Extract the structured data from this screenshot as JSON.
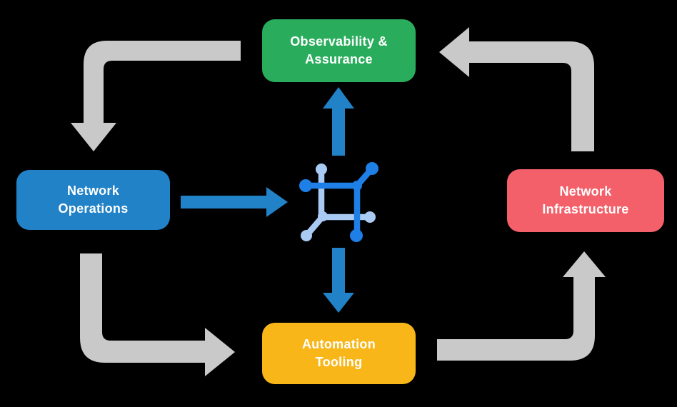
{
  "diagram": {
    "background_color": "#000000",
    "nodes": {
      "observability": {
        "line1": "Observability &",
        "line2": "Assurance",
        "color": "#29AD5C"
      },
      "operations": {
        "line1": "Network",
        "line2": "Operations",
        "color": "#2182C8"
      },
      "infrastructure": {
        "line1": "Network",
        "line2": "Infrastructure",
        "color": "#F4606A"
      },
      "tooling": {
        "line1": "Automation",
        "line2": "Tooling",
        "color": "#F8B619"
      }
    },
    "center_icon": {
      "name": "network-mesh-icon",
      "primary_color": "#1E7FE6",
      "secondary_color": "#A9CBF3"
    },
    "arrows": {
      "gray_color": "#C9C9C9",
      "blue_color": "#2182C8",
      "outer_cycle": [
        {
          "from": "observability",
          "to": "operations",
          "style": "gray-elbow"
        },
        {
          "from": "operations",
          "to": "tooling",
          "style": "gray-elbow"
        },
        {
          "from": "tooling",
          "to": "infrastructure",
          "style": "gray-elbow"
        },
        {
          "from": "infrastructure",
          "to": "observability",
          "style": "gray-elbow"
        }
      ],
      "center_links": [
        {
          "from": "operations",
          "to": "center-icon",
          "style": "blue-straight"
        },
        {
          "from": "center-icon",
          "to": "observability",
          "style": "blue-straight"
        },
        {
          "from": "center-icon",
          "to": "tooling",
          "style": "blue-straight"
        }
      ]
    }
  }
}
